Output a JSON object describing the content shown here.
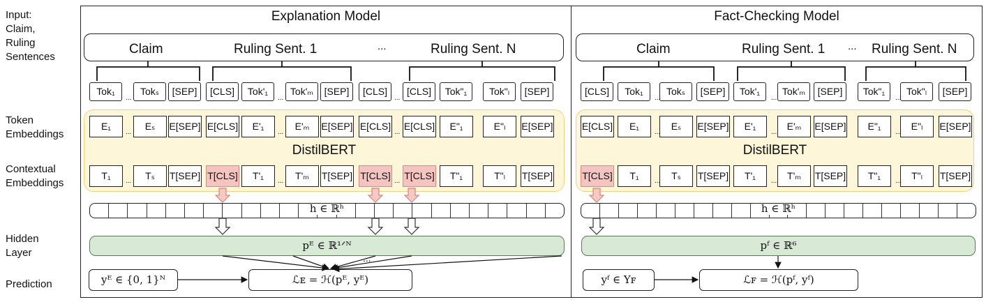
{
  "row_labels": {
    "input": "Input:\nClaim,\nRuling\nSentences",
    "token_embeddings": "Token\nEmbeddings",
    "contextual_embeddings": "Contextual\nEmbeddings",
    "hidden_layer": "Hidden\nLayer",
    "prediction": "Prediction"
  },
  "explanation": {
    "title": "Explanation Model",
    "input_segments": [
      "Claim",
      "Ruling Sent. 1",
      "...",
      "Ruling Sent. N"
    ],
    "tokens": [
      "Tok₁",
      "Tokₛ",
      "[SEP]",
      "[CLS]",
      "Tok'₁",
      "Tok'ₘ",
      "[SEP]",
      "[CLS]",
      "[CLS]",
      "Tok\"₁",
      "Tok\"ₗ",
      "[SEP]"
    ],
    "embeddings": [
      "E₁",
      "Eₛ",
      "E[SEP]",
      "E[CLS]",
      "E'₁",
      "E'ₘ",
      "E[SEP]",
      "E[CLS]",
      "E[CLS]",
      "E\"₁",
      "E\"ₗ",
      "E[SEP]"
    ],
    "bert_label": "DistilBERT",
    "contextual": [
      "T₁",
      "Tₛ",
      "T[SEP]",
      "T[CLS]",
      "T'₁",
      "T'ₘ",
      "T[SEP]",
      "T[CLS]",
      "T[CLS]",
      "T\"₁",
      "T\"ₗ",
      "T[SEP]"
    ],
    "highlighted": [
      3,
      7,
      8
    ],
    "hidden": "h ∈ ℝʰ",
    "output": "pᴱ ∈ ℝ¹ᐟᴺ",
    "output_dots": "...",
    "label": "yᴱ ∈ {0, 1}ᴺ",
    "loss": "ℒᴇ = ℋ(pᴱ, yᴱ)"
  },
  "factcheck": {
    "title": "Fact-Checking Model",
    "input_segments": [
      "Claim",
      "Ruling Sent. 1",
      "...",
      "Ruling Sent. N"
    ],
    "tokens": [
      "[CLS]",
      "Tok₁",
      "Tokₛ",
      "[SEP]",
      "Tok'₁",
      "Tok'ₘ",
      "[SEP]",
      "Tok\"₁",
      "Tok\"ₗ",
      "[SEP]"
    ],
    "embeddings": [
      "E[CLS]",
      "E₁",
      "Eₛ",
      "E[SEP]",
      "E'₁",
      "E'ₘ",
      "E[SEP]",
      "E\"₁",
      "E\"ₗ",
      "E[SEP]"
    ],
    "bert_label": "DistilBERT",
    "contextual": [
      "T[CLS]",
      "T₁",
      "Tₛ",
      "T[SEP]",
      "T'₁",
      "T'ₘ",
      "T[SEP]",
      "T\"₁",
      "T\"ₗ",
      "T[SEP]"
    ],
    "highlighted": [
      0
    ],
    "hidden": "h ∈ ℝʰ",
    "output": "pᶠ ∈ ℝ⁶",
    "label": "yᶠ ∈ Yꜰ",
    "loss": "ℒꜰ = ℋ(pᶠ, yᶠ)"
  },
  "colors": {
    "highlight": "#f5c4c0",
    "bert_bg": "#fdf6d8",
    "hidden_layer": "#d8ead6"
  }
}
